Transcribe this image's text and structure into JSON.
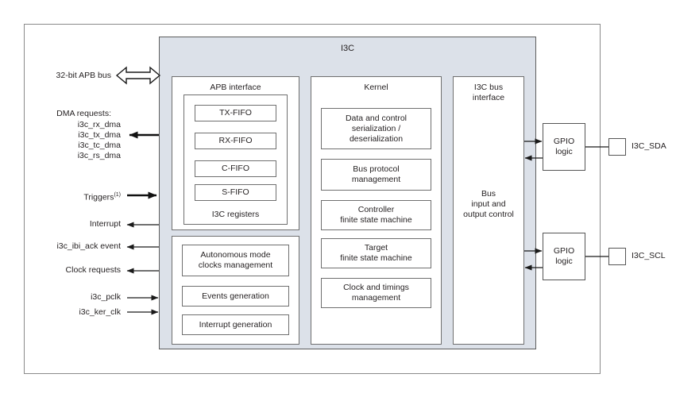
{
  "diagram": {
    "block_title": "I3C",
    "accent_fill": "#dce1e9",
    "border_color": "#6f6f6f",
    "background": "#ffffff"
  },
  "left_signals": {
    "apb_bus": "32-bit APB bus",
    "dma_header": "DMA requests:",
    "dma_lines": [
      "i3c_rx_dma",
      "i3c_tx_dma",
      "i3c_tc_dma",
      "i3c_rs_dma"
    ],
    "triggers": "Triggers",
    "triggers_note": "(1)",
    "interrupt": "Interrupt",
    "ibi_ack": "i3c_ibi_ack event",
    "clock_requests": "Clock requests",
    "pclk": "i3c_pclk",
    "ker_clk": "i3c_ker_clk"
  },
  "apb_interface": {
    "title": "APB interface",
    "registers_label": "I3C registers",
    "fifos": [
      "TX-FIFO",
      "RX-FIFO",
      "C-FIFO",
      "S-FIFO"
    ],
    "units": [
      "Autonomous mode\nclocks management",
      "Events generation",
      "Interrupt generation"
    ],
    "unit_0_line1": "Autonomous mode",
    "unit_0_line2": "clocks management",
    "unit_1": "Events generation",
    "unit_2": "Interrupt generation"
  },
  "kernel": {
    "title": "Kernel",
    "units": [
      {
        "line1": "Data and control",
        "line2": "serialization /",
        "line3": "deserialization"
      },
      {
        "line1": "Bus protocol",
        "line2": "management",
        "line3": ""
      },
      {
        "line1": "Controller",
        "line2": "finite state machine",
        "line3": ""
      },
      {
        "line1": "Target",
        "line2": "finite state machine",
        "line3": ""
      },
      {
        "line1": "Clock and timings",
        "line2": "management",
        "line3": ""
      }
    ]
  },
  "bus_interface": {
    "title_line1": "I3C bus",
    "title_line2": "interface",
    "body_line1": "Bus",
    "body_line2": "input and",
    "body_line3": "output control"
  },
  "pads": [
    {
      "gpio_line1": "GPIO",
      "gpio_line2": "logic",
      "pad_label": "I3C_SDA"
    },
    {
      "gpio_line1": "GPIO",
      "gpio_line2": "logic",
      "pad_label": "I3C_SCL"
    }
  ]
}
